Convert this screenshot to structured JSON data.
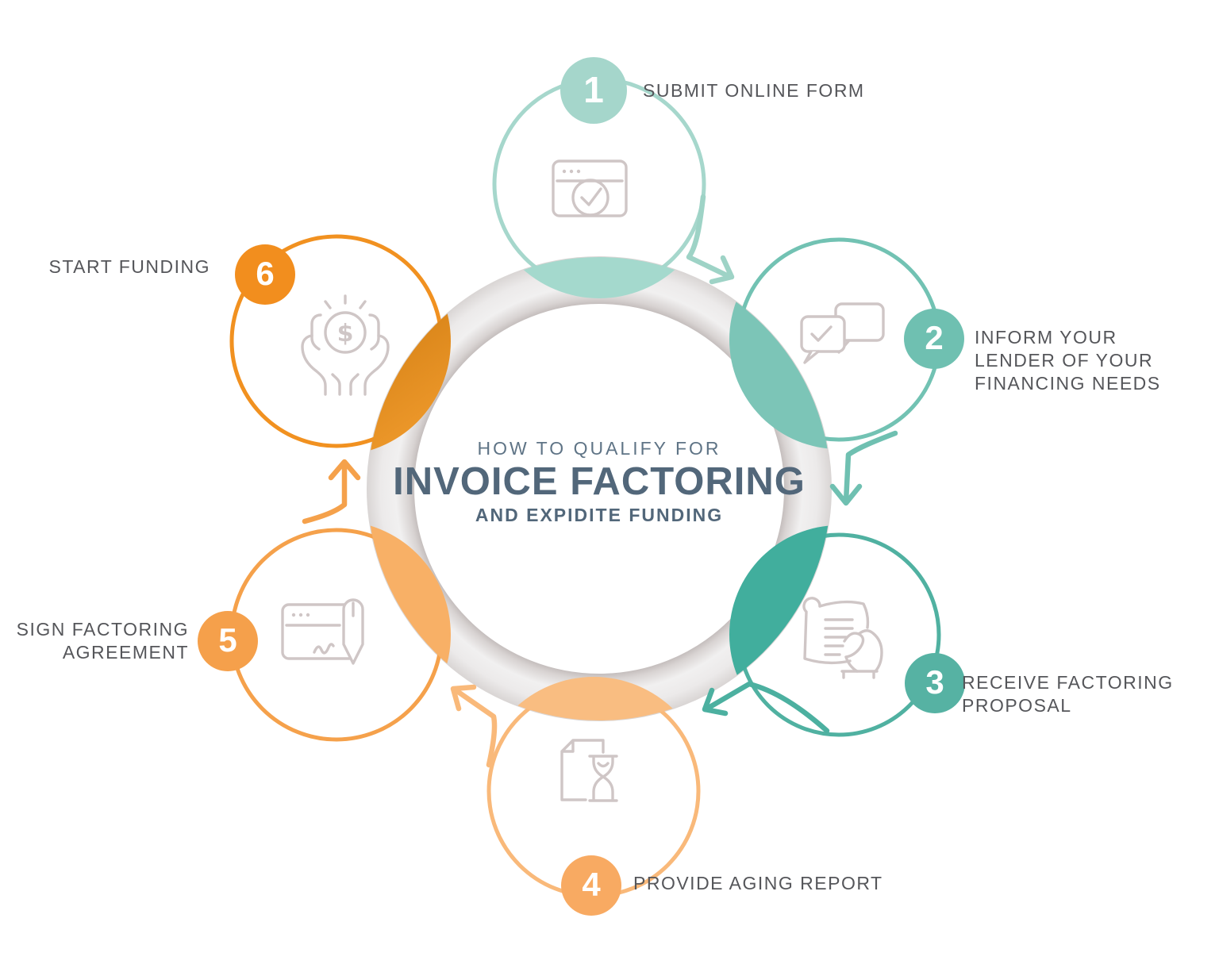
{
  "center": {
    "eyebrow": "HOW TO QUALIFY FOR",
    "title": "INVOICE FACTORING",
    "subtitle": "AND EXPIDITE FUNDING"
  },
  "steps": [
    {
      "number": "1",
      "lines": [
        "SUBMIT ONLINE FORM"
      ],
      "icon": "browser-check-icon",
      "badge_color": "#a5d6cb",
      "ring_color": "#a6d7cc",
      "petal_color": "#a4d9cd"
    },
    {
      "number": "2",
      "lines": [
        "INFORM YOUR",
        "LENDER OF YOUR",
        "FINANCING NEEDS"
      ],
      "icon": "chat-bubbles-icon",
      "badge_color": "#6fc0b1",
      "ring_color": "#72c2b3",
      "petal_color": "#7cc5b7"
    },
    {
      "number": "3",
      "lines": [
        "RECEIVE FACTORING",
        "PROPOSAL"
      ],
      "icon": "document-hand-icon",
      "badge_color": "#56b2a3",
      "ring_color": "#50b1a1",
      "petal_color": "#41ae9d"
    },
    {
      "number": "4",
      "lines": [
        "PROVIDE AGING REPORT"
      ],
      "icon": "document-hourglass-icon",
      "badge_color": "#f8aa62",
      "ring_color": "#f9b97a",
      "petal_color": "#f9bd81"
    },
    {
      "number": "5",
      "lines": [
        "SIGN FACTORING",
        "AGREEMENT"
      ],
      "icon": "sign-agreement-icon",
      "badge_color": "#f5a04b",
      "ring_color": "#f5a14b",
      "petal_color": "#f8b066"
    },
    {
      "number": "6",
      "lines": [
        "START FUNDING"
      ],
      "icon": "hands-money-icon",
      "badge_color": "#f28e1e",
      "ring_color": "#f19120",
      "petal_color": "#ec921f"
    }
  ],
  "palette": {
    "text_dark": "#55565a",
    "title_blue": "#52677a",
    "eyebrow_blue": "#5f7486",
    "icon_gray": "#cfc6c6",
    "ring_gray": "#d8d3d2",
    "arrow_teal_light": "#9ed3c6",
    "arrow_teal": "#6fc0b1",
    "arrow_teal_dark": "#4cb0a0",
    "arrow_orange_light": "#f9b97a",
    "arrow_orange": "#f5a14b"
  }
}
